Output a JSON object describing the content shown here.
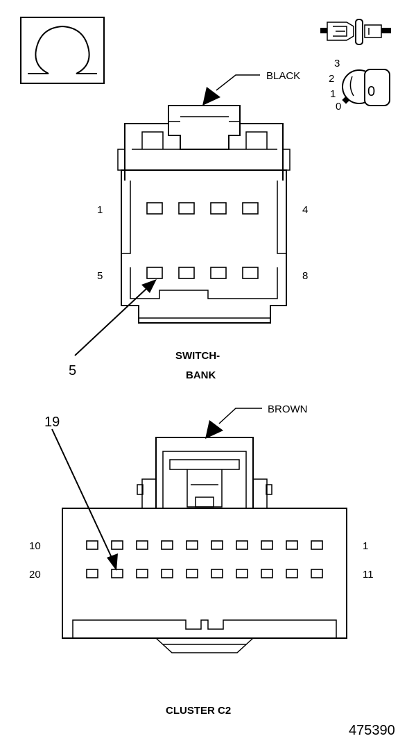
{
  "legend_box": {
    "icon": "omega-icon"
  },
  "ignition_icon": {
    "positions": [
      "3",
      "2",
      "1",
      "0"
    ],
    "key_text": "0"
  },
  "switch_bank": {
    "housing_color_label": "BLACK",
    "pin_labels": {
      "top_left": "1",
      "top_right": "4",
      "bottom_left": "5",
      "bottom_right": "8"
    },
    "callout": "5",
    "name_line1": "SWITCH-",
    "name_line2": "BANK"
  },
  "cluster_c2": {
    "housing_color_label": "BROWN",
    "pin_labels": {
      "top_left": "10",
      "top_right": "1",
      "bottom_left": "20",
      "bottom_right": "11"
    },
    "callout": "19",
    "name": "CLUSTER C2"
  },
  "figure_id": "475390"
}
